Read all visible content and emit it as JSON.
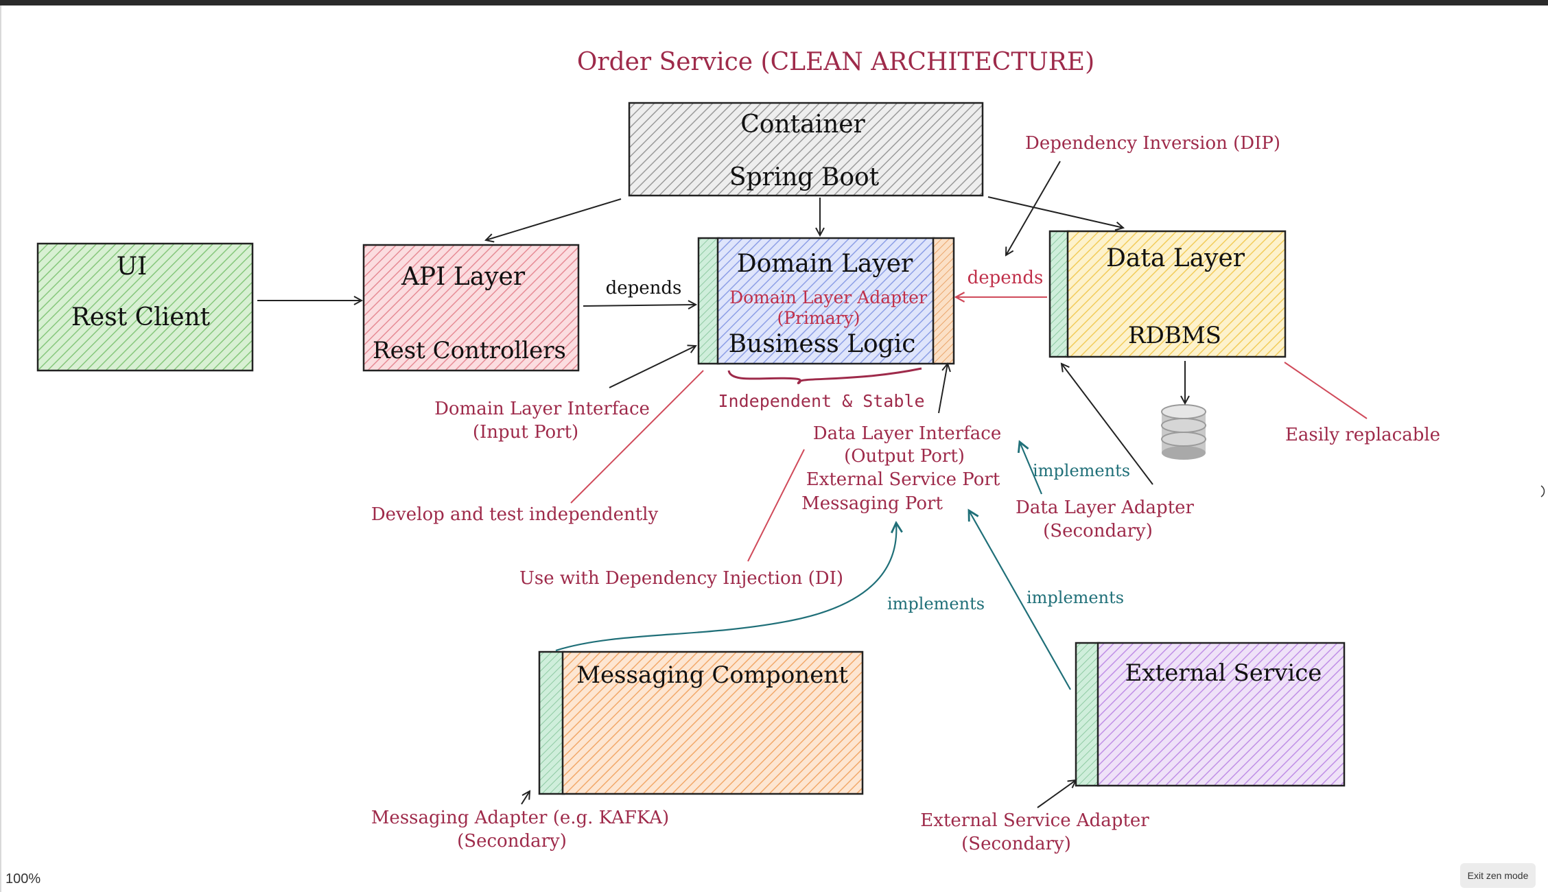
{
  "title": "Order Service (CLEAN ARCHITECTURE)",
  "boxes": {
    "container": {
      "line1": "Container",
      "line2": "Spring Boot",
      "color": "#dcdcdc"
    },
    "ui": {
      "line1": "UI",
      "line2": "Rest Client",
      "color": "#b9e2b4"
    },
    "api": {
      "line1": "API Layer",
      "line2": "Rest Controllers",
      "color": "#f2b8bd"
    },
    "domain": {
      "line1": "Domain Layer",
      "adapter": "Domain Layer Adapter",
      "adapter2": "(Primary)",
      "line2": "Business Logic",
      "color": "#bcc8f4"
    },
    "data": {
      "line1": "Data Layer",
      "line2": "RDBMS",
      "color": "#fbe39a"
    },
    "messaging": {
      "label": "Messaging Component",
      "color": "#fbd0aa"
    },
    "external": {
      "label": "External Service",
      "color": "#dcbdf0"
    }
  },
  "labels": {
    "depends_left": "depends",
    "depends_right": "depends",
    "dip": "Dependency Inversion (DIP)",
    "input_port_1": "Domain Layer Interface",
    "input_port_2": "(Input Port)",
    "independent": "Independent & Stable",
    "output_port_1": "Data Layer Interface",
    "output_port_2": "(Output Port)",
    "external_port": "External Service Port",
    "messaging_port": "Messaging Port",
    "implements_1": "implements",
    "implements_2": "implements",
    "implements_3": "implements",
    "data_adapter_1": "Data Layer Adapter",
    "data_adapter_2": "(Secondary)",
    "replaceable": "Easily replacable",
    "develop": "Develop and test independently",
    "di": "Use with Dependency Injection (DI)",
    "msg_adapter_1": "Messaging Adapter (e.g. KAFKA)",
    "msg_adapter_2": "(Secondary)",
    "ext_adapter_1": "External Service Adapter",
    "ext_adapter_2": "(Secondary)"
  },
  "ui_controls": {
    "zoom": "100%",
    "exit_zen": "Exit zen mode"
  },
  "colors": {
    "text_red": "#9e2a4a",
    "text_teal": "#1f6f78",
    "stroke": "#222222",
    "adapter_strip": "#bfe3c8",
    "adapter_strip_orange": "#f6c9a0"
  }
}
